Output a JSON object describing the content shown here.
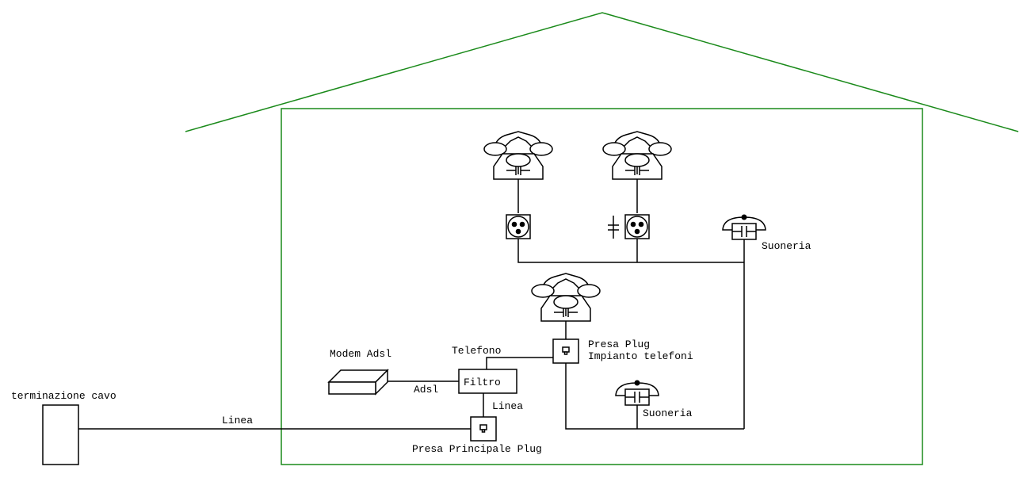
{
  "diagram": {
    "colors": {
      "house": "#1a8a1a",
      "wires": "#000000",
      "background": "#ffffff"
    },
    "labels": {
      "termination": "terminazione cavo",
      "line_outside": "Linea",
      "modem": "Modem Adsl",
      "adsl": "Adsl",
      "filter": "Filtro",
      "telephone": "Telefono",
      "line_inside": "Linea",
      "main_socket": "Presa Principale Plug",
      "plug_socket_1": "Presa Plug",
      "plug_socket_2": "Impianto telefoni",
      "ringer_top": "Suoneria",
      "ringer_bottom": "Suoneria"
    },
    "components": [
      {
        "id": "phone-1",
        "type": "telephone-icon"
      },
      {
        "id": "phone-2",
        "type": "telephone-icon"
      },
      {
        "id": "phone-3",
        "type": "telephone-icon"
      },
      {
        "id": "socket-1",
        "type": "three-pin-socket-icon"
      },
      {
        "id": "socket-2",
        "type": "three-pin-socket-icon",
        "with_capacitor": true
      },
      {
        "id": "ringer-1",
        "type": "bell-icon"
      },
      {
        "id": "ringer-2",
        "type": "bell-icon"
      },
      {
        "id": "filter",
        "type": "box"
      },
      {
        "id": "modem",
        "type": "modem-box-icon"
      },
      {
        "id": "main-socket",
        "type": "plug-socket-icon"
      },
      {
        "id": "plug-socket",
        "type": "plug-socket-icon"
      },
      {
        "id": "termination",
        "type": "box"
      }
    ]
  }
}
